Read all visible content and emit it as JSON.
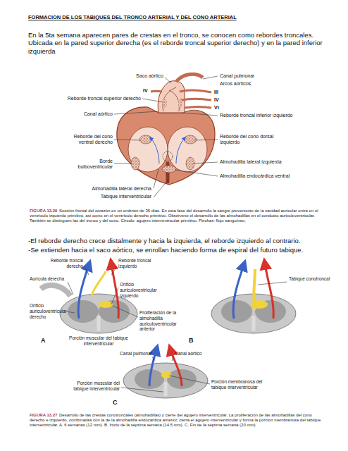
{
  "diagram": {
    "title": "FORMACION DE LOS TABIQUES DEL TRONCO ARTERIAL Y DEL CONO ARTERIAL",
    "labels": [
      "En la 5ta semana aparecen pares de crestas en el tronco, se conocen como rebordes troncales. Ubicada en la pared superior derecha (es el reborde troncal superior derecho) y en la pared inferior izquierda",
      "Saco aórtico",
      "Canal pulmonar",
      "Arcos aórticos",
      "IV",
      "III",
      "IV",
      "VI",
      "Reborde troncal superior derecho",
      "Canal aórtico",
      "Reborde troncal inferior izquierdo",
      "Reborde del cono ventral derecho",
      "Reborde del cono dorsal izquierdo",
      "Borde bulboventricular",
      "Almohadilla lateral izquierda",
      "Almohadilla endocárdica ventral",
      "Almohadilla lateral derecha",
      "Tabique interventricular",
      "FIGURA 13.20",
      "Sección frontal del corazón en un embrión de 35 días. En esta fase del desarrollo la sangre proveniente de la cavidad auricular entra en el ventrículo izquierdo primitivo, así como en el ventrículo derecho primitivo. Obsérvese el desarrollo de las almohadillas en el conducto auriculoventricular. También se distinguen las del tronco y del cono. Círculo: agujero interventricular primitivo. Flechas: flujo sanguíneo.",
      "-El reborde derecho crece distalmente y hacia la izquierda, el reborde izquierdo al contrario.",
      "-Se extienden hacia el saco aórtico, se enrollan haciendo forma de espiral del futuro tabique.",
      "Reborde troncal derecho",
      "Reborde troncal izquierdo",
      "Aurícula derecha",
      "Orificio auriculoventricular izquierdo",
      "Tabique conotroncal",
      "Proliferación de la almohadilla auriculoventricular anterior",
      "Orificio auriculoventricular derecho",
      "Porción muscular del tabique interventricular",
      "A",
      "B",
      "Canal pulmonar",
      "Canal aórtico",
      "Porción membranosa del tabique interventricular",
      "Porción muscular del tabique interventricular",
      "C",
      "FIGURA 13.27",
      "Desarrollo de las crestas conotroncales (almohadillas) y cierre del agujero interventricular. La proliferación de las almohadillas del cono derecho e izquierdo, combinadas con la de la almohadilla endocárdica anterior, cierra el agujero interventricular y forma la porción membranosa del tabique interventricular. A. 6 semanas (12 mm). B. Inicio de la séptima semana (14.5 mm). C. Fin de la séptima semana (20 mm)."
    ]
  }
}
